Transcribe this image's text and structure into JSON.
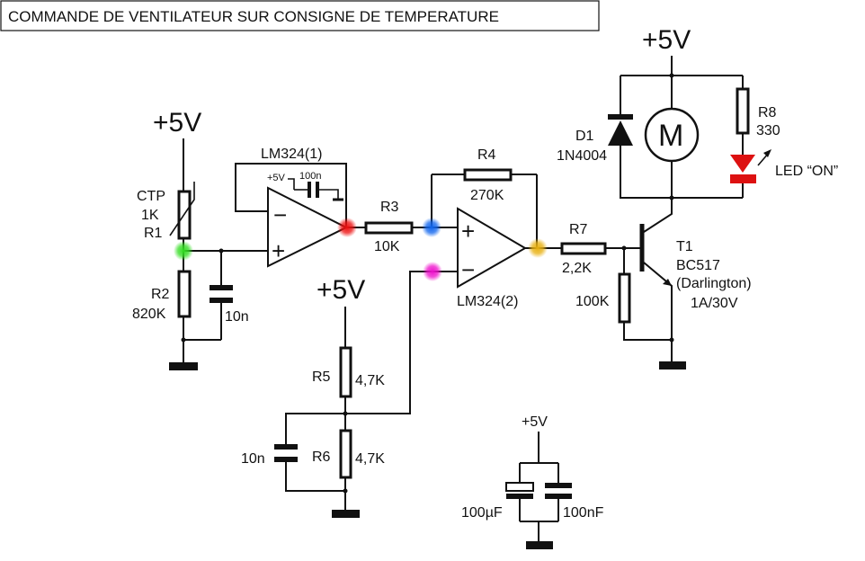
{
  "title": "COMMANDE DE VENTILATEUR SUR CONSIGNE DE TEMPERATURE",
  "supply_plus5v_big": "+5V",
  "supply_plus5v_small": "+5V",
  "components": {
    "ctp": {
      "type": "CTP",
      "value": "1K",
      "ref": "R1"
    },
    "r2": {
      "ref": "R2",
      "value": "820K"
    },
    "c_in": {
      "value": "10n"
    },
    "opamp1": {
      "ref": "LM324(1)",
      "cap": "100n"
    },
    "r3": {
      "ref": "R3",
      "value": "10K"
    },
    "r4": {
      "ref": "R4",
      "value": "270K"
    },
    "opamp2": {
      "ref": "LM324(2)"
    },
    "r5": {
      "ref": "R5",
      "value": "4,7K"
    },
    "r6": {
      "ref": "R6",
      "value": "4,7K"
    },
    "c_ref": {
      "value": "10n"
    },
    "r7": {
      "ref": "R7",
      "value": "2,2K"
    },
    "r_base": {
      "value": "100K"
    },
    "t1": {
      "ref": "T1",
      "type": "BC517",
      "note": "(Darlington)",
      "rating": "1A/30V"
    },
    "d1": {
      "ref": "D1",
      "type": "1N4004"
    },
    "motor": {
      "symbol": "M"
    },
    "r8": {
      "ref": "R8",
      "value": "330"
    },
    "led": {
      "label": "LED “ON”"
    },
    "decoupling": {
      "electrolytic": "100µF",
      "ceramic": "100nF"
    }
  },
  "opamp_signs": {
    "minus": "−",
    "plus": "+"
  },
  "colors": {
    "green": "#33dd22",
    "red": "#ee1111",
    "blue": "#1166ee",
    "magenta": "#ee11cc",
    "amber": "#e8b010",
    "led_red": "#dd1111"
  }
}
